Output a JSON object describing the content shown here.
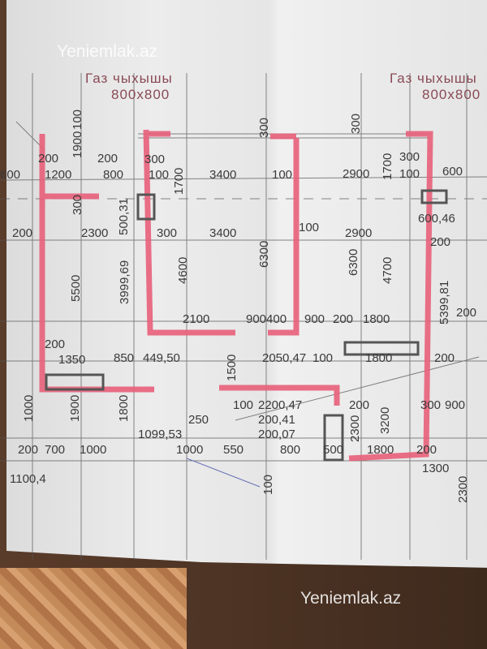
{
  "watermark_top": "Yeniemlak.az",
  "watermark_bottom": "Yeniemlak.az",
  "headers": [
    {
      "title": "Газ чыхышы",
      "size": "800x800"
    },
    {
      "title": "Газ чыхышы",
      "size": "800x800"
    }
  ],
  "labels": [
    "600",
    "1200",
    "800",
    "100",
    "3400",
    "100",
    "2900",
    "100",
    "600",
    "200",
    "200",
    "300",
    "300",
    "200",
    "2300",
    "300",
    "3400",
    "100",
    "2900",
    "600,46",
    "200",
    "2100",
    "900400",
    "900",
    "200",
    "1800",
    "200",
    "200",
    "1350",
    "850",
    "449,50",
    "2050,47",
    "100",
    "1800",
    "200",
    "100",
    "2200,47",
    "200",
    "300",
    "900",
    "1099,53",
    "250",
    "200,41",
    "200",
    "700",
    "1000",
    "1000",
    "550",
    "200,07",
    "800",
    "500",
    "1800",
    "200",
    "1300",
    "1100,4"
  ],
  "vlabels": [
    "1900",
    "100",
    "5500",
    "3999,69",
    "4600",
    "6300",
    "6300",
    "4700",
    "5399,81",
    "1700",
    "1700",
    "300",
    "300",
    "500,31",
    "300",
    "1500",
    "1900",
    "1800",
    "2300",
    "3200",
    "2300",
    "1000",
    "100"
  ]
}
